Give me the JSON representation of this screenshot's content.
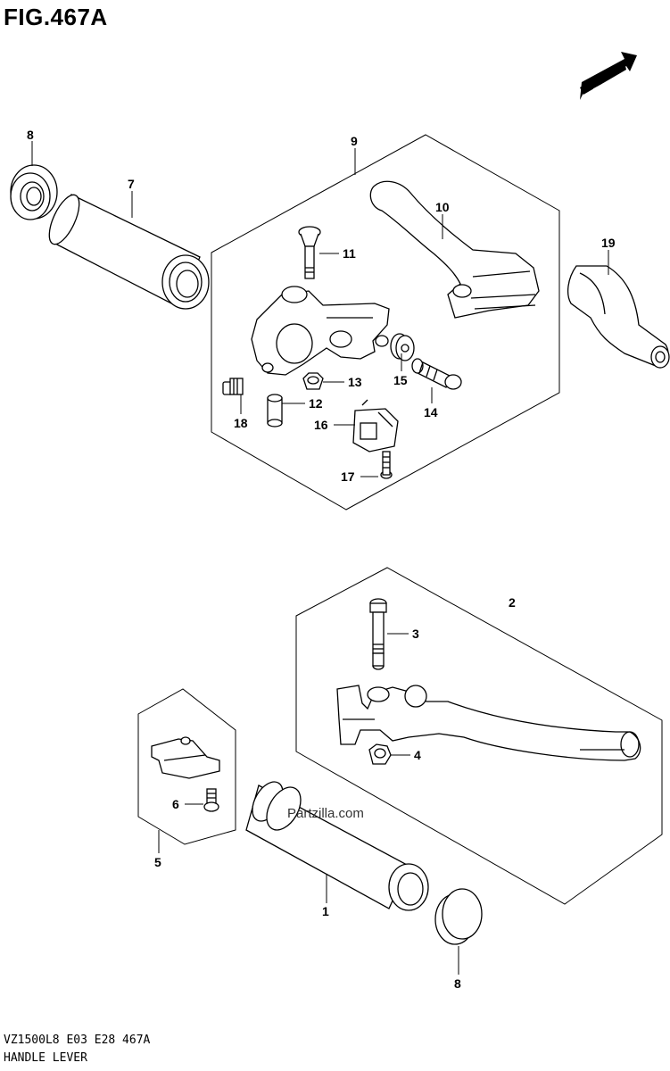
{
  "figure_title": "FIG.467A",
  "fwd_label": "FWD",
  "watermark": "Partzilla.com",
  "footer": {
    "model_code": "VZ1500L8  E03  E28  467A",
    "section_name": "HANDLE LEVER"
  },
  "callouts": {
    "c1": "1",
    "c2": "2",
    "c3": "3",
    "c4": "4",
    "c5": "5",
    "c6": "6",
    "c7": "7",
    "c8_top": "8",
    "c8_bottom": "8",
    "c9": "9",
    "c10": "10",
    "c11": "11",
    "c12": "12",
    "c13": "13",
    "c14": "14",
    "c15": "15",
    "c16": "16",
    "c17": "17",
    "c18": "18",
    "c19": "19"
  }
}
